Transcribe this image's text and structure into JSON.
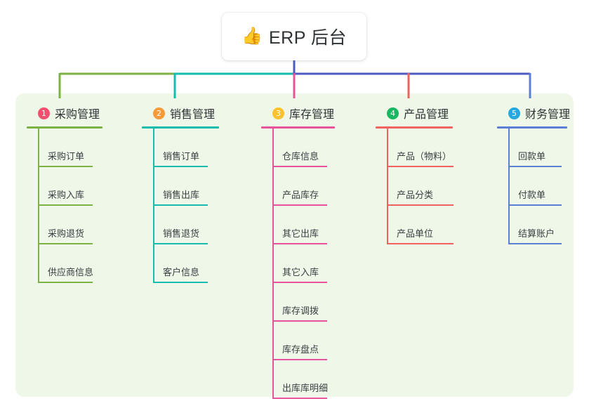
{
  "root": {
    "icon": "thumbs-up-icon",
    "emoji": "👍",
    "title": "ERP 后台"
  },
  "colors": {
    "panel_bg": "#eef7e8",
    "page_bg": "#ffffff",
    "stem_indigo": "#4c5ac4",
    "col1": "#7cb342",
    "col2": "#14bdad",
    "col3": "#e8529a",
    "col4": "#f0625e",
    "col5": "#5b7fd4",
    "badge1": "#f2506e",
    "badge2": "#f79a3a",
    "badge3": "#fcc22d",
    "badge4": "#18b761",
    "badge5": "#25a8e0",
    "text_dark": "#2f3336",
    "text_leaf": "#3b4043"
  },
  "columns": [
    {
      "index": "1",
      "title": "采购管理",
      "badge_color": "#f2506e",
      "line_color": "#7cb342",
      "items": [
        "采购订单",
        "采购入库",
        "采购退货",
        "供应商信息"
      ]
    },
    {
      "index": "2",
      "title": "销售管理",
      "badge_color": "#f79a3a",
      "line_color": "#14bdad",
      "items": [
        "销售订单",
        "销售出库",
        "销售退货",
        "客户信息"
      ]
    },
    {
      "index": "3",
      "title": "库存管理",
      "badge_color": "#fcc22d",
      "line_color": "#e8529a",
      "items": [
        "仓库信息",
        "产品库存",
        "其它出库",
        "其它入库",
        "库存调拨",
        "库存盘点",
        "出库库明细"
      ]
    },
    {
      "index": "4",
      "title": "产品管理",
      "badge_color": "#18b761",
      "line_color": "#f0625e",
      "items": [
        "产品（物料）",
        "产品分类",
        "产品单位"
      ]
    },
    {
      "index": "5",
      "title": "财务管理",
      "badge_color": "#25a8e0",
      "line_color": "#5b7fd4",
      "items": [
        "回款单",
        "付款单",
        "结算账户"
      ]
    }
  ]
}
